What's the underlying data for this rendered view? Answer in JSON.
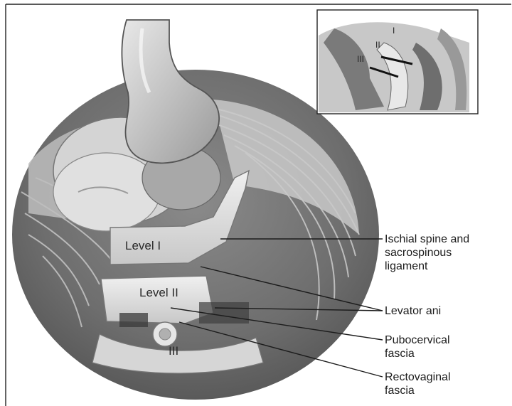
{
  "main_levels": {
    "level_1": "Level I",
    "level_2": "Level II",
    "level_3": "III"
  },
  "inset_levels": {
    "level_1": "I",
    "level_2": "II",
    "level_3": "III"
  },
  "callouts": {
    "ischial_spine": [
      "Ischial spine and",
      "sacrospinous",
      "ligament"
    ],
    "levator_ani": [
      "Levator ani"
    ],
    "pubocervical": [
      "Pubocervical",
      "fascia"
    ],
    "rectovaginal": [
      "Rectovaginal",
      "fascia"
    ]
  }
}
